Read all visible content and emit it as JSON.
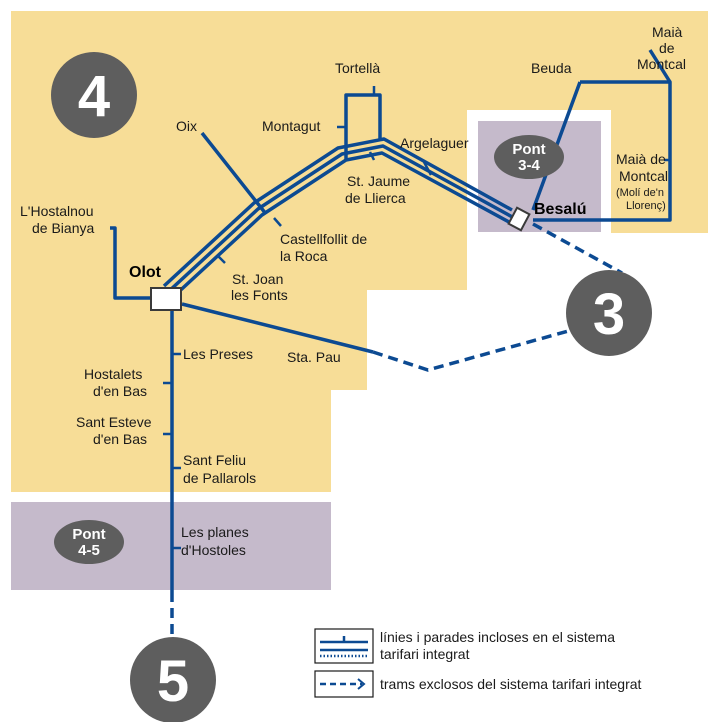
{
  "colors": {
    "zone4_fill": "#f7dd97",
    "bridge_fill": "#c5bacb",
    "line": "#0c4a92",
    "zone_circle": "#5e5e5e",
    "station_fill": "#ffffff"
  },
  "zones": {
    "zone4": "4",
    "zone3": "3",
    "zone5": "5"
  },
  "bridges": {
    "pont34": {
      "line1": "Pont",
      "line2": "3-4"
    },
    "pont45": {
      "line1": "Pont",
      "line2": "4-5"
    }
  },
  "hubs": {
    "olot": "Olot",
    "besalu": "Besalú"
  },
  "stops": {
    "hostalnou": [
      "L'Hostalnou",
      "de Bianya"
    ],
    "oix": [
      "Oix"
    ],
    "montagut": [
      "Montagut"
    ],
    "tortella": [
      "Tortellà"
    ],
    "argelaguer": [
      "Argelaguer"
    ],
    "beuda": [
      "Beuda"
    ],
    "maia": [
      "Maià",
      "de",
      "Montcal"
    ],
    "maia_moli": [
      "Maià de",
      "Montcal",
      "(Molí de'n",
      "Llorenç)"
    ],
    "st_jaume": [
      "St. Jaume",
      "de Llierca"
    ],
    "castellfollit": [
      "Castellfollit de",
      "la Roca"
    ],
    "st_joan": [
      "St. Joan",
      "les Fonts"
    ],
    "sta_pau": [
      "Sta. Pau"
    ],
    "les_preses": [
      "Les Preses"
    ],
    "hostalets": [
      "Hostalets",
      "d'en Bas"
    ],
    "sant_esteve": [
      "Sant Esteve",
      "d'en Bas"
    ],
    "sant_feliu": [
      "Sant Feliu",
      "de Pallarols"
    ],
    "les_planes": [
      "Les planes",
      "d'Hostoles"
    ]
  },
  "legend": {
    "included": [
      "línies i parades incloses en el sistema",
      "tarifari integrat"
    ],
    "excluded": "trams exclosos del sistema tarifari integrat"
  }
}
